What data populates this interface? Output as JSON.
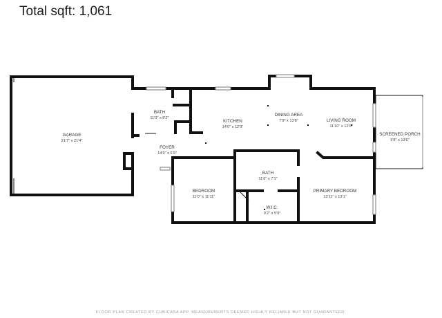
{
  "header": {
    "total_sqft": "Total sqft: 1,061"
  },
  "rooms": [
    {
      "id": "garage",
      "name": "GARAGE",
      "dims": "21'7\" x 21'4\""
    },
    {
      "id": "bath1",
      "name": "BATH",
      "dims": "11'0\" x 8'2\""
    },
    {
      "id": "kitchen",
      "name": "KITCHEN",
      "dims": "14'0\" x 12'9\""
    },
    {
      "id": "dining",
      "name": "DINING AREA",
      "dims": "7'9\" x 13'8\""
    },
    {
      "id": "living",
      "name": "LIVING ROOM",
      "dims": "11'10\" x 12'9\""
    },
    {
      "id": "porch",
      "name": "SCREENED PORCH",
      "dims": "9'8\" x 13'6\""
    },
    {
      "id": "foyer",
      "name": "FOYER",
      "dims": "14'0\" x 6'9\""
    },
    {
      "id": "bath2",
      "name": "BATH",
      "dims": "11'6\" x 7'1\""
    },
    {
      "id": "bedroom",
      "name": "BEDROOM",
      "dims": "11'0\" x 11'11\""
    },
    {
      "id": "primary",
      "name": "PRIMARY BEDROOM",
      "dims": "13'11\" x 13'1\""
    },
    {
      "id": "wic",
      "name": "W.I.C.",
      "dims": "9'2\" x 5'9\""
    }
  ],
  "footer": {
    "credit": "FLOOR PLAN CREATED BY CUBICASA APP. MEASUREMENTS DEEMED HIGHLY RELIABLE BUT NOT GUARANTEED."
  }
}
